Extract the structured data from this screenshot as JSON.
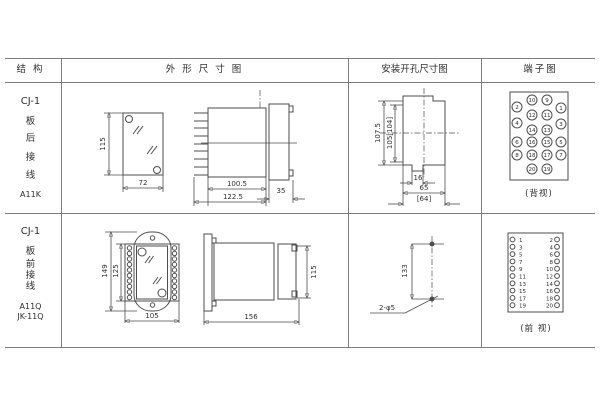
{
  "colors": {
    "drawing_line": "#4d4d4d",
    "grid_line": "#7d7d7d",
    "text": "#2e2e2e",
    "background": "#ffffff"
  },
  "headers": {
    "structure": "结 构",
    "outline": "外 形 尺 寸 图",
    "mounting": "安装开孔尺寸图",
    "terminal": "端子图"
  },
  "rows": [
    {
      "structure": {
        "model": "CJ-1",
        "c1": "板",
        "c2": "后",
        "c3": "接",
        "c4": "线",
        "code": "A11K"
      },
      "outline": {
        "h": "115",
        "w": "72",
        "body": "100.5",
        "total": "122.5",
        "panel": "35"
      },
      "mounting": {
        "v1": "107.5",
        "v2": "105[104]",
        "notch": "16",
        "w1": "65",
        "w2": "[64]"
      },
      "terminal": {
        "label": "(背视)",
        "ml": [
          "10",
          "12",
          "14",
          "16",
          "18",
          "20"
        ],
        "mr": [
          "9",
          "11",
          "13",
          "15",
          "17",
          "19"
        ],
        "ol": [
          "2",
          "4",
          "6",
          "8"
        ],
        "or": [
          "1",
          "3",
          "5",
          "7"
        ]
      }
    },
    {
      "structure": {
        "model": "CJ-1",
        "c1": "板",
        "c2": "前",
        "c3": "接",
        "c4": "线",
        "code": "A11Q",
        "code2": "JK-11Q"
      },
      "outline": {
        "oh": "149",
        "ih": "125",
        "w": "105",
        "depth": "156",
        "sh": "115"
      },
      "mounting": {
        "spacing": "133",
        "holes": "2-φ5"
      },
      "terminal": {
        "label": "(前 视)",
        "left": [
          "1",
          "3",
          "5",
          "7",
          "9",
          "11",
          "13",
          "15",
          "17",
          "19"
        ],
        "right": [
          "2",
          "4",
          "6",
          "8",
          "10",
          "12",
          "14",
          "16",
          "18",
          "20"
        ]
      }
    }
  ]
}
